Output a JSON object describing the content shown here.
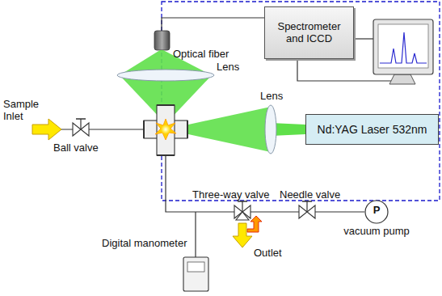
{
  "diagram": {
    "nodes": [
      {
        "text": [
          "Spectrometer and ICCD"
        ]
      },
      {
        "text": [
          "Nd:YAG Laser 532nm"
        ]
      },
      {
        "text": [
          "P",
          "vacuum pump"
        ]
      }
    ],
    "labels": [
      "Sample Inlet",
      "Ball valve",
      "Optical fiber",
      "Lens",
      "Lens",
      "Three-way valve",
      "Digital manometer",
      "Needle valve",
      "Outlet"
    ]
  }
}
